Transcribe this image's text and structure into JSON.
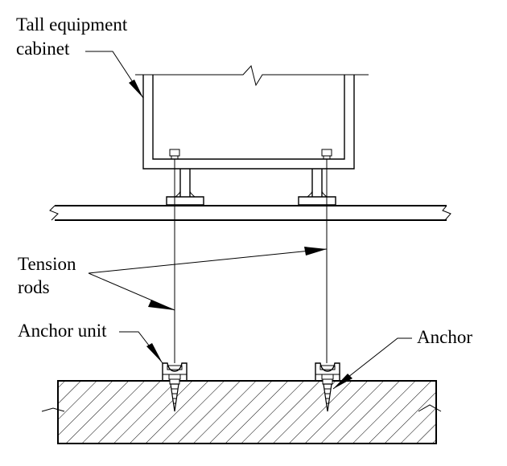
{
  "labels": {
    "cabinet_line1": "Tall equipment",
    "cabinet_line2": "cabinet",
    "tension_line1": "Tension",
    "tension_line2": "rods",
    "anchor_unit": "Anchor unit",
    "anchor": "Anchor"
  },
  "colors": {
    "ink": "#000000",
    "background": "#ffffff"
  }
}
